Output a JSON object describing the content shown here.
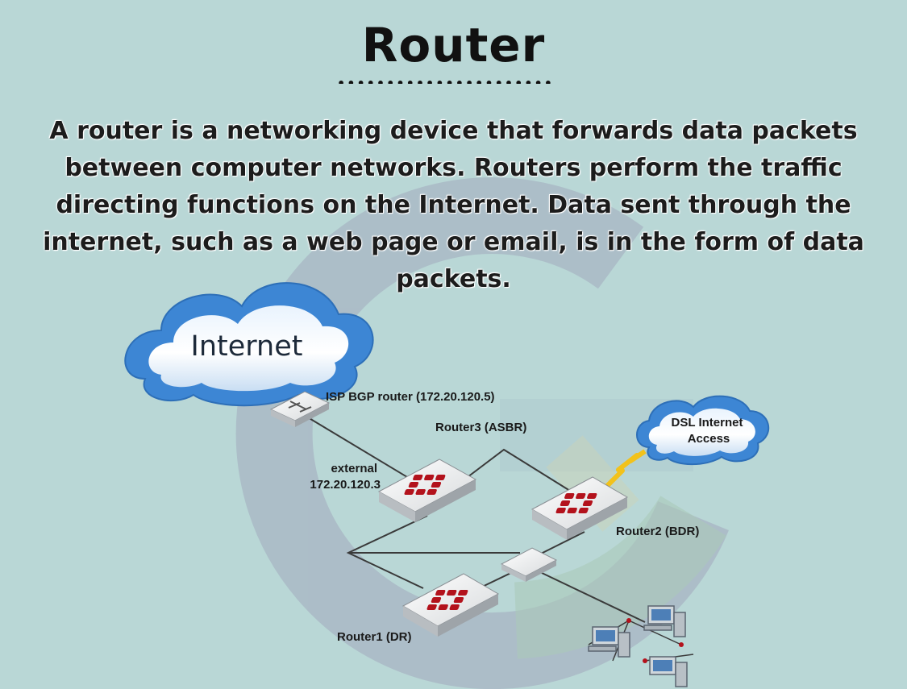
{
  "title": "Router",
  "description": "A router is a networking device that forwards data packets between computer networks. Routers perform the traffic directing functions on the Internet. Data sent through the internet, such as a web page or email, is in the form of data packets.",
  "diagram": {
    "internet_cloud": "Internet",
    "dsl_cloud_line1": "DSL Internet",
    "dsl_cloud_line2": "Access",
    "isp_router": "ISP BGP router (172.20.120.5)",
    "router3": "Router3 (ASBR)",
    "external_line1": "external",
    "external_line2": "172.20.120.3",
    "router2": "Router2 (BDR)",
    "router1": "Router1 (DR)"
  },
  "colors": {
    "background": "#b9d7d6",
    "router_logo": "#b3121c",
    "cloud": "#3d86d4",
    "link": "#3a3a3a",
    "dsl_link": "#f2c21b"
  }
}
